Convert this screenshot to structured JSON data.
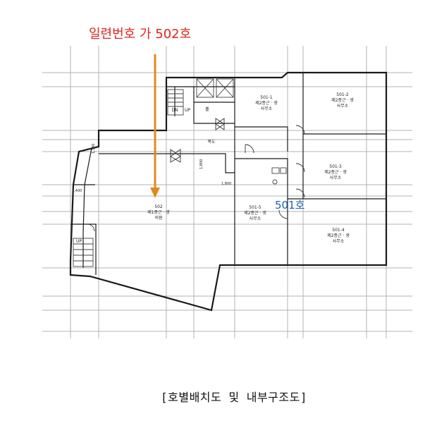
{
  "headline": "일련번호 가 502호",
  "unit_label": "501호",
  "caption": "[호별배치도 및 내부구조도]",
  "colors": {
    "headline": "#e0241b",
    "arrow": "#e08a1e",
    "unit_label": "#1f5fb3"
  },
  "rooms": [
    {
      "number": "501-1",
      "use_line1": "제2종근 · 생",
      "use_line2": "사무소"
    },
    {
      "number": "501-2",
      "use_line1": "제2종근 · 생",
      "use_line2": "사무소"
    },
    {
      "number": "501-3",
      "use_line1": "제2종근 · 생",
      "use_line2": "사무소"
    },
    {
      "number": "501-4",
      "use_line1": "제2종근 · 생",
      "use_line2": "사무소"
    },
    {
      "number": "501-5",
      "use_line1": "제2종근 · 생",
      "use_line2": "사무소"
    },
    {
      "number": "502",
      "use_line1": "제1종근 · 생",
      "use_line2": "의원"
    }
  ],
  "labels": {
    "corridor": "복도",
    "hall": "홀",
    "stair_dn": "DN",
    "stair_up": "UP"
  },
  "dimensions": {
    "d1": "1,400",
    "d2": "1,800",
    "d3": "1,800",
    "d4": "1,330"
  }
}
